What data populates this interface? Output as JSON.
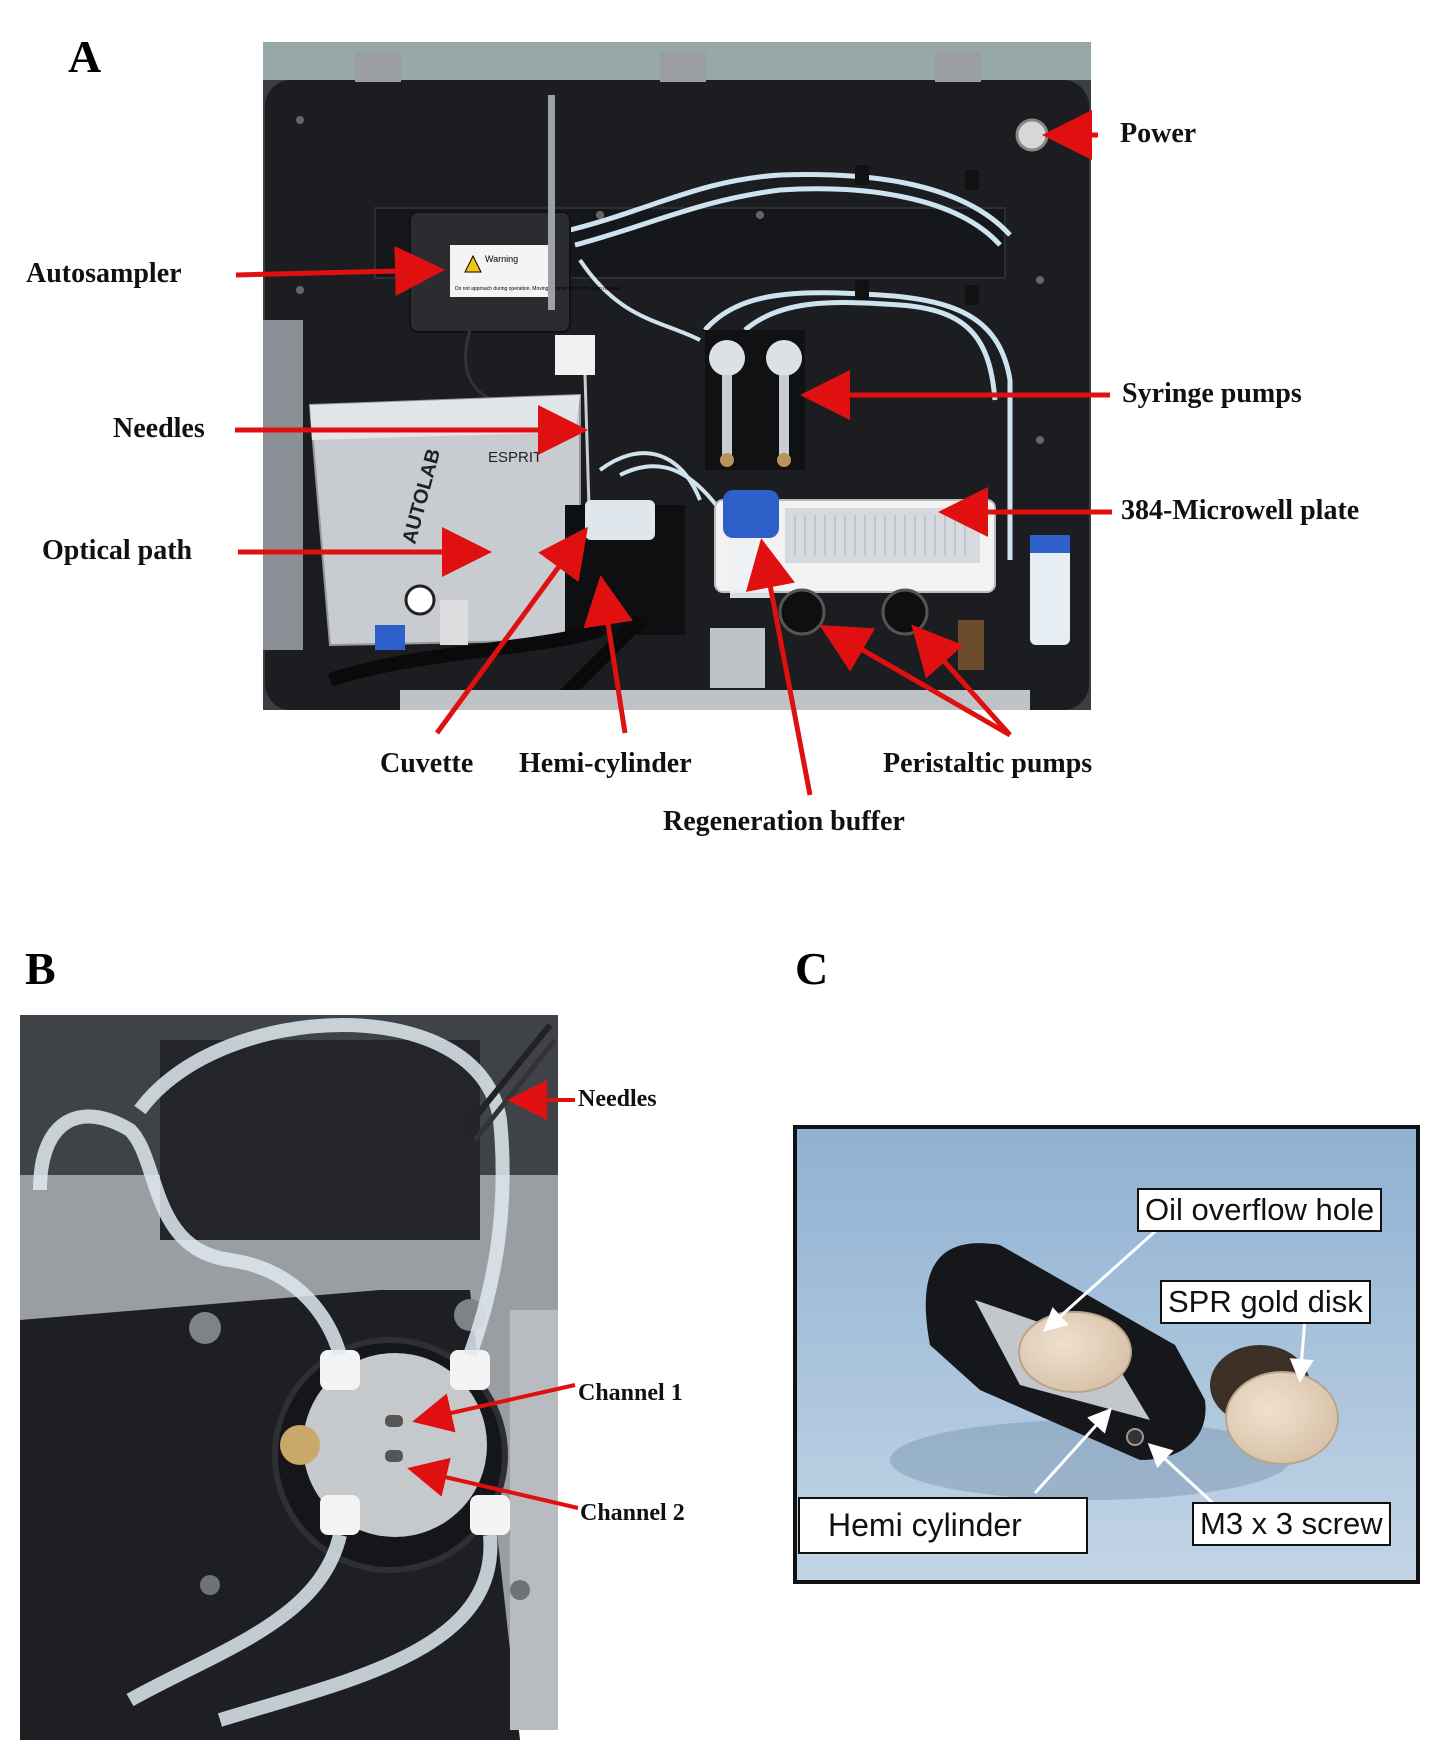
{
  "panels": {
    "a": {
      "letter": "A",
      "labels": {
        "power": "Power",
        "autosampler": "Autosampler",
        "syringe_pumps": "Syringe pumps",
        "needles": "Needles",
        "microwell": "384-Microwell plate",
        "optical_path": "Optical path",
        "cuvette": "Cuvette",
        "hemi_cylinder": "Hemi-cylinder",
        "peristaltic": "Peristaltic pumps",
        "regeneration": "Regeneration buffer"
      },
      "device_text": {
        "warning_title": "Warning",
        "warning_body": "Do not approach during operation. Moving sampler arm with sharp needles.",
        "brand": "AUTOLAB",
        "model": "ESPRIT"
      }
    },
    "b": {
      "letter": "B",
      "labels": {
        "needles": "Needles",
        "channel1": "Channel 1",
        "channel2": "Channel 2"
      }
    },
    "c": {
      "letter": "C",
      "labels": {
        "oil_overflow": "Oil overflow hole",
        "gold_disk": "SPR  gold disk",
        "hemi_cylinder": "Hemi cylinder",
        "screw": "M3 x 3 screw"
      }
    }
  },
  "colors": {
    "arrow": "#e01010",
    "device_body": "#1b1d21",
    "tube": "#cfe3ee"
  }
}
